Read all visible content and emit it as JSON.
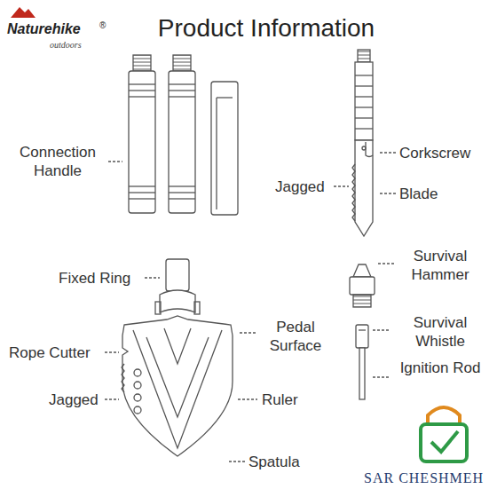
{
  "diagram": {
    "title": "Product Information",
    "labels": [
      "Naturehike",
      "®",
      "outdoors",
      "Connection Handle",
      "Corkscrew",
      "Jagged",
      "Blade",
      "Fixed Ring",
      "Survival Hammer",
      "Pedal Surface",
      "Rope Cutter",
      "Jagged",
      "Ruler",
      "Survival Whistle",
      "Ignition Rod",
      "Spatula",
      "SAR CHESHMEH"
    ]
  }
}
